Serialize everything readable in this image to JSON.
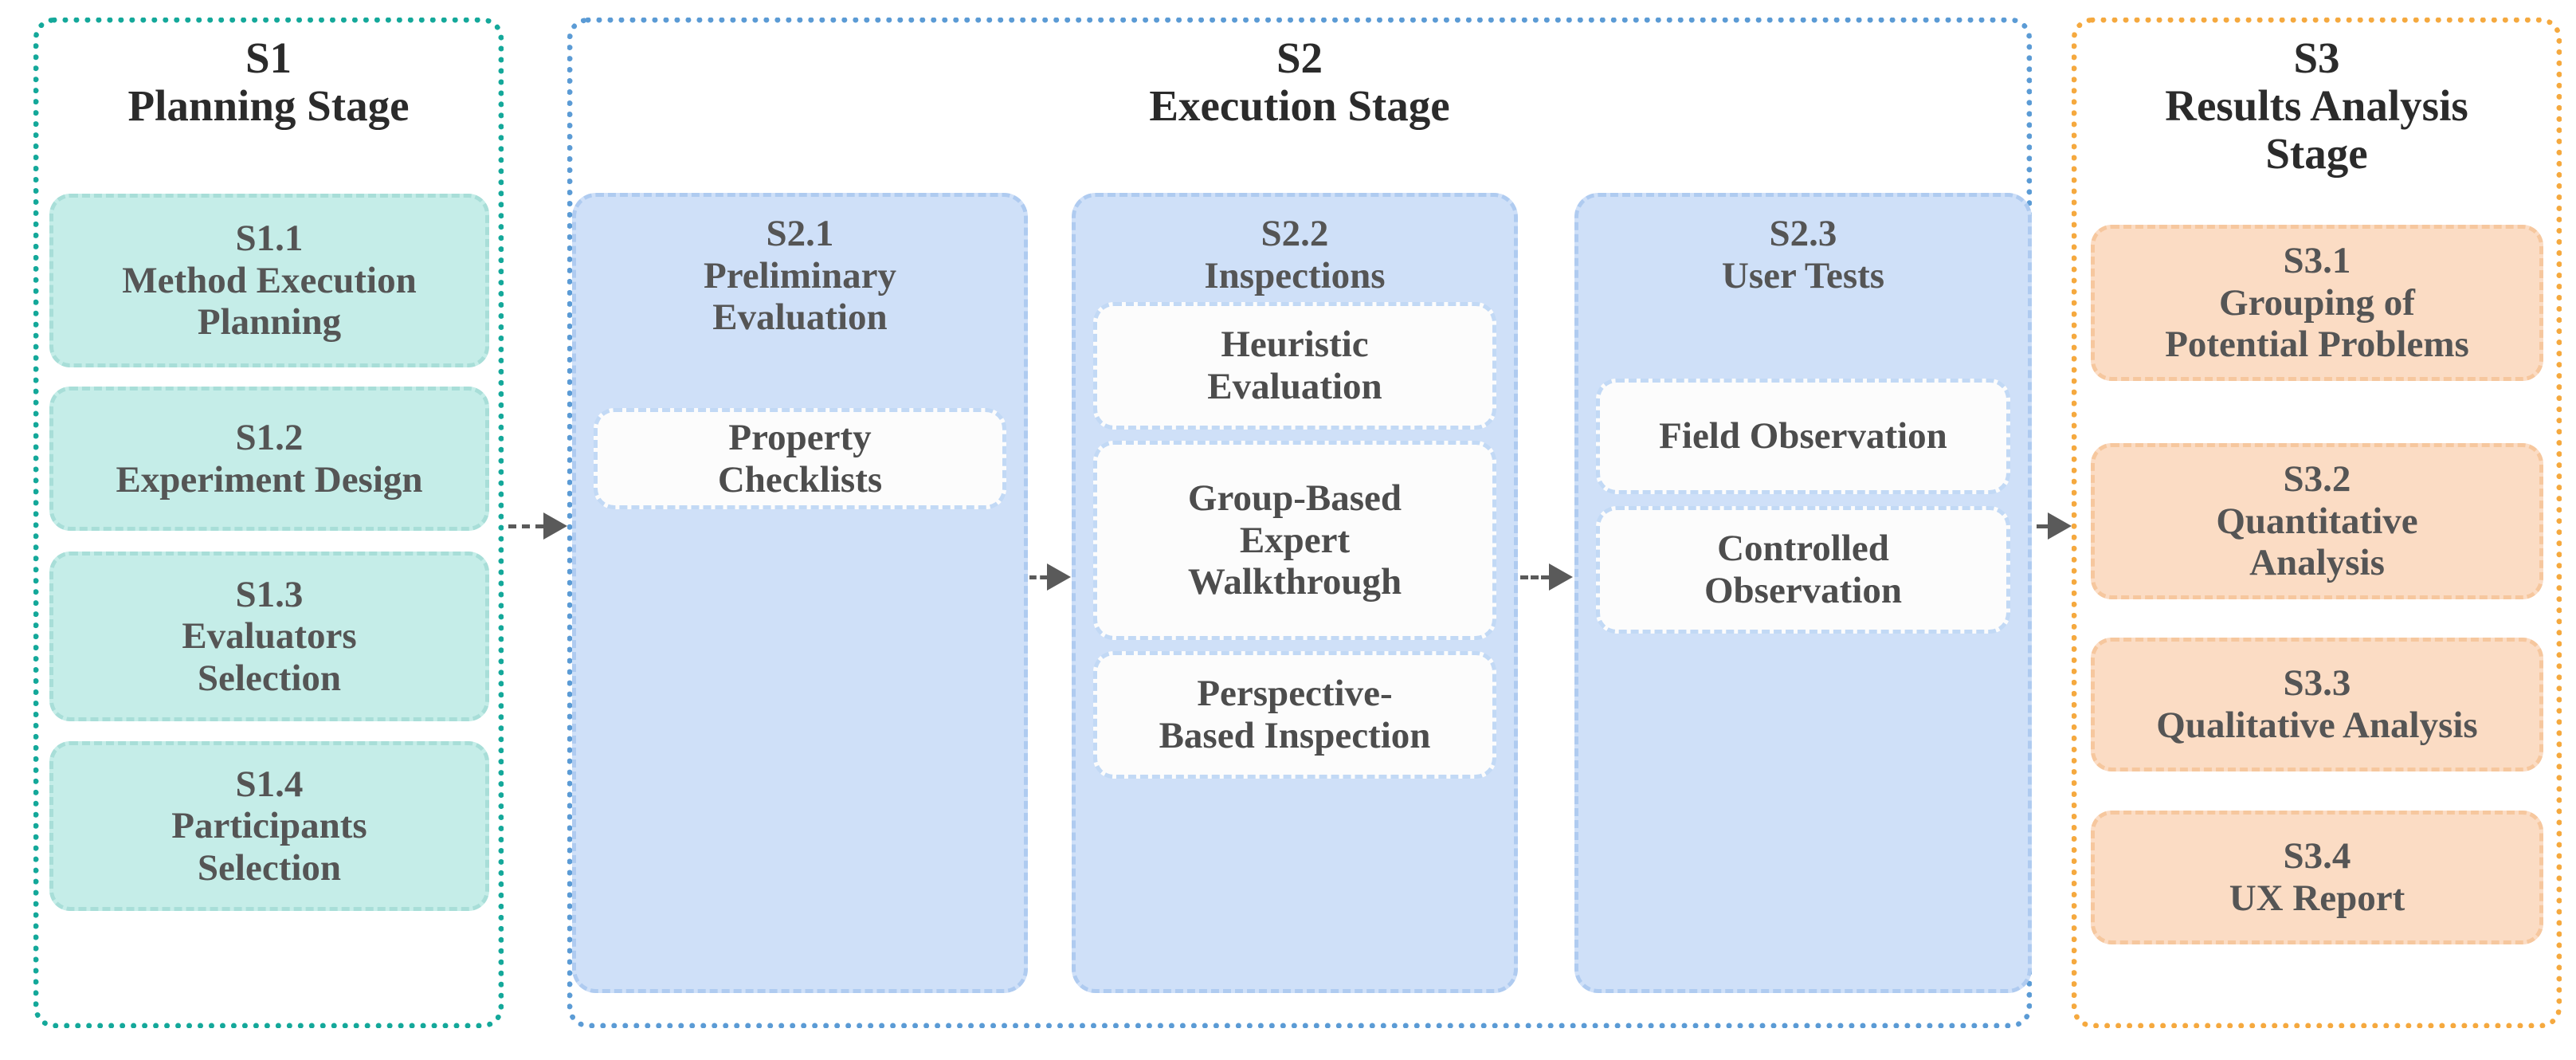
{
  "diagram": {
    "title": "Three-stage usability evaluation methodology",
    "colors": {
      "stage1_border": "#14A89A",
      "stage1_fill": "#C5EDE8",
      "stage2_border": "#5B9BD5",
      "stage2_fill": "#CFE0F8",
      "stage3_border": "#F5A93F",
      "stage3_fill": "#FBDCC4",
      "box_white": "#FCFCFC",
      "text": "#555555",
      "arrow": "#5A5A5A"
    }
  },
  "stages": {
    "s1": {
      "code": "S1",
      "name": "Planning Stage",
      "title": "S1\nPlanning Stage",
      "items": [
        {
          "code": "S1.1",
          "label": "Method Execution Planning",
          "text": "S1.1\nMethod Execution\nPlanning"
        },
        {
          "code": "S1.2",
          "label": "Experiment Design",
          "text": "S1.2\nExperiment Design"
        },
        {
          "code": "S1.3",
          "label": "Evaluators Selection",
          "text": "S1.3\nEvaluators\nSelection"
        },
        {
          "code": "S1.4",
          "label": "Participants Selection",
          "text": "S1.4\nParticipants\nSelection"
        }
      ]
    },
    "s2": {
      "code": "S2",
      "name": "Execution Stage",
      "title": "S2\nExecution Stage",
      "panels": [
        {
          "code": "S2.1",
          "label": "Preliminary Evaluation",
          "title": "S2.1\nPreliminary\nEvaluation",
          "methods": [
            {
              "label": "Property Checklists",
              "text": "Property\nChecklists"
            }
          ]
        },
        {
          "code": "S2.2",
          "label": "Inspections",
          "title": "S2.2\nInspections",
          "methods": [
            {
              "label": "Heuristic Evaluation",
              "text": "Heuristic\nEvaluation"
            },
            {
              "label": "Group-Based Expert Walkthrough",
              "text": "Group-Based\nExpert\nWalkthrough"
            },
            {
              "label": "Perspective-Based Inspection",
              "text": "Perspective-\nBased Inspection"
            }
          ]
        },
        {
          "code": "S2.3",
          "label": "User Tests",
          "title": "S2.3\nUser Tests",
          "methods": [
            {
              "label": "Field Observation",
              "text": "Field Observation"
            },
            {
              "label": "Controlled Observation",
              "text": "Controlled\nObservation"
            }
          ]
        }
      ]
    },
    "s3": {
      "code": "S3",
      "name": "Results Analysis Stage",
      "title": "S3\nResults Analysis\nStage",
      "items": [
        {
          "code": "S3.1",
          "label": "Grouping of Potential Problems",
          "text": "S3.1\nGrouping of\nPotential Problems"
        },
        {
          "code": "S3.2",
          "label": "Quantitative Analysis",
          "text": "S3.2\nQuantitative\nAnalysis"
        },
        {
          "code": "S3.3",
          "label": "Qualitative Analysis",
          "text": "S3.3\nQualitative Analysis"
        },
        {
          "code": "S3.4",
          "label": "UX Report",
          "text": "S3.4\nUX Report"
        }
      ]
    }
  },
  "arrows": [
    {
      "name": "s1-to-s2",
      "from": "S1",
      "to": "S2",
      "style": "dashed-with-solid-head"
    },
    {
      "name": "s2.1-to-s2.2",
      "from": "S2.1",
      "to": "S2.2",
      "style": "dashed-with-solid-head"
    },
    {
      "name": "s2.2-to-s2.3",
      "from": "S2.2",
      "to": "S2.3",
      "style": "dashed-with-solid-head"
    },
    {
      "name": "s2-to-s3",
      "from": "S2",
      "to": "S3",
      "style": "dashed-with-solid-head"
    }
  ]
}
